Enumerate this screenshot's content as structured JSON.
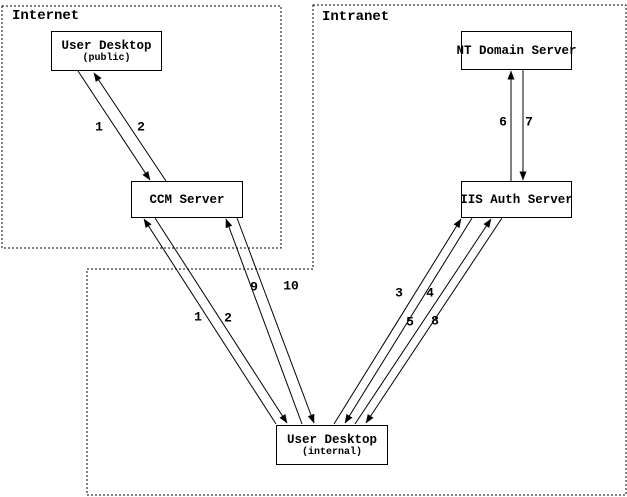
{
  "diagram": {
    "title_hint": "Authentication traffic flow diagram",
    "colors": {
      "background": "#ffffff",
      "foreground": "#000000"
    },
    "zones": {
      "internet": {
        "label": "Internet"
      },
      "intranet": {
        "label": "Intranet"
      }
    },
    "nodes": {
      "user_desktop_public": {
        "title": "User Desktop",
        "subtitle": "(public)"
      },
      "ccm_server": {
        "title": "CCM Server"
      },
      "nt_domain_server": {
        "title": "NT Domain Server"
      },
      "iis_auth_server": {
        "title": "IIS Auth Server"
      },
      "user_desktop_internal": {
        "title": "User Desktop",
        "subtitle": "(internal)"
      }
    },
    "arrow_labels": [
      {
        "id": "flow-1-public",
        "text": "1"
      },
      {
        "id": "flow-2-public",
        "text": "2"
      },
      {
        "id": "flow-6",
        "text": "6"
      },
      {
        "id": "flow-7",
        "text": "7"
      },
      {
        "id": "flow-1-internal",
        "text": "1"
      },
      {
        "id": "flow-2-internal",
        "text": "2"
      },
      {
        "id": "flow-9",
        "text": "9"
      },
      {
        "id": "flow-10",
        "text": "10"
      },
      {
        "id": "flow-3",
        "text": "3"
      },
      {
        "id": "flow-4",
        "text": "4"
      },
      {
        "id": "flow-5",
        "text": "5"
      },
      {
        "id": "flow-8",
        "text": "8"
      }
    ]
  }
}
